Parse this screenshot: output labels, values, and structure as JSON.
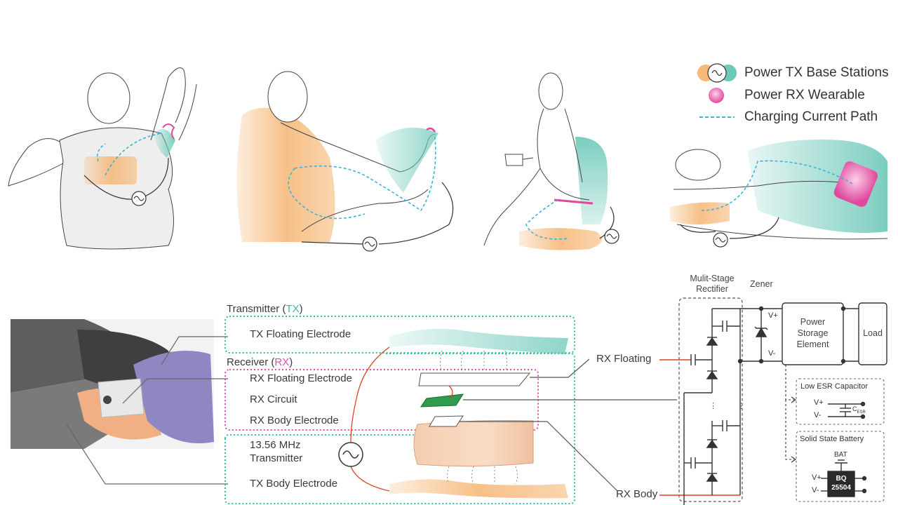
{
  "legend": {
    "tx_base": "Power TX Base Stations",
    "rx_wearable": "Power RX Wearable",
    "current_path": "Charging Current Path"
  },
  "labels": {
    "transmitter_prefix": "Transmitter (",
    "transmitter_abbrev": "TX",
    "transmitter_suffix": ")",
    "receiver_prefix": "Receiver (",
    "receiver_abbrev": "RX",
    "receiver_suffix": ")",
    "tx_floating_electrode": "TX Floating Electrode",
    "rx_floating_electrode": "RX Floating Electrode",
    "rx_circuit": "RX Circuit",
    "rx_body_electrode": "RX Body Electrode",
    "transmitter_freq_line1": "13.56 MHz",
    "transmitter_freq_line2": "Transmitter",
    "tx_body_electrode": "TX Body Electrode",
    "rx_floating": "RX Floating",
    "rx_body": "RX Body"
  },
  "circuit": {
    "rectifier_line1": "Mulit-Stage",
    "rectifier_line2": "Rectifier",
    "zener": "Zener",
    "v_plus": "V+",
    "v_minus": "V-",
    "storage_line1": "Power",
    "storage_line2": "Storage",
    "storage_line3": "Element",
    "load": "Load",
    "low_esr": "Low ESR Capacitor",
    "cap_label": "C",
    "cap_sub": "ESR",
    "solid_state": "Solid State Battery",
    "bat": "BAT",
    "chip_line1": "BQ",
    "chip_line2": "25504",
    "ellipsis": "⋮"
  },
  "colors": {
    "tx_orange": "#f6b97a",
    "tx_teal": "#6cc8b8",
    "rx_pink": "#e0479e",
    "current_blue": "#39b4d6",
    "rx_box": "#d94fb3",
    "tx_box": "#3ab9a8",
    "wire_red": "#e0401f"
  }
}
